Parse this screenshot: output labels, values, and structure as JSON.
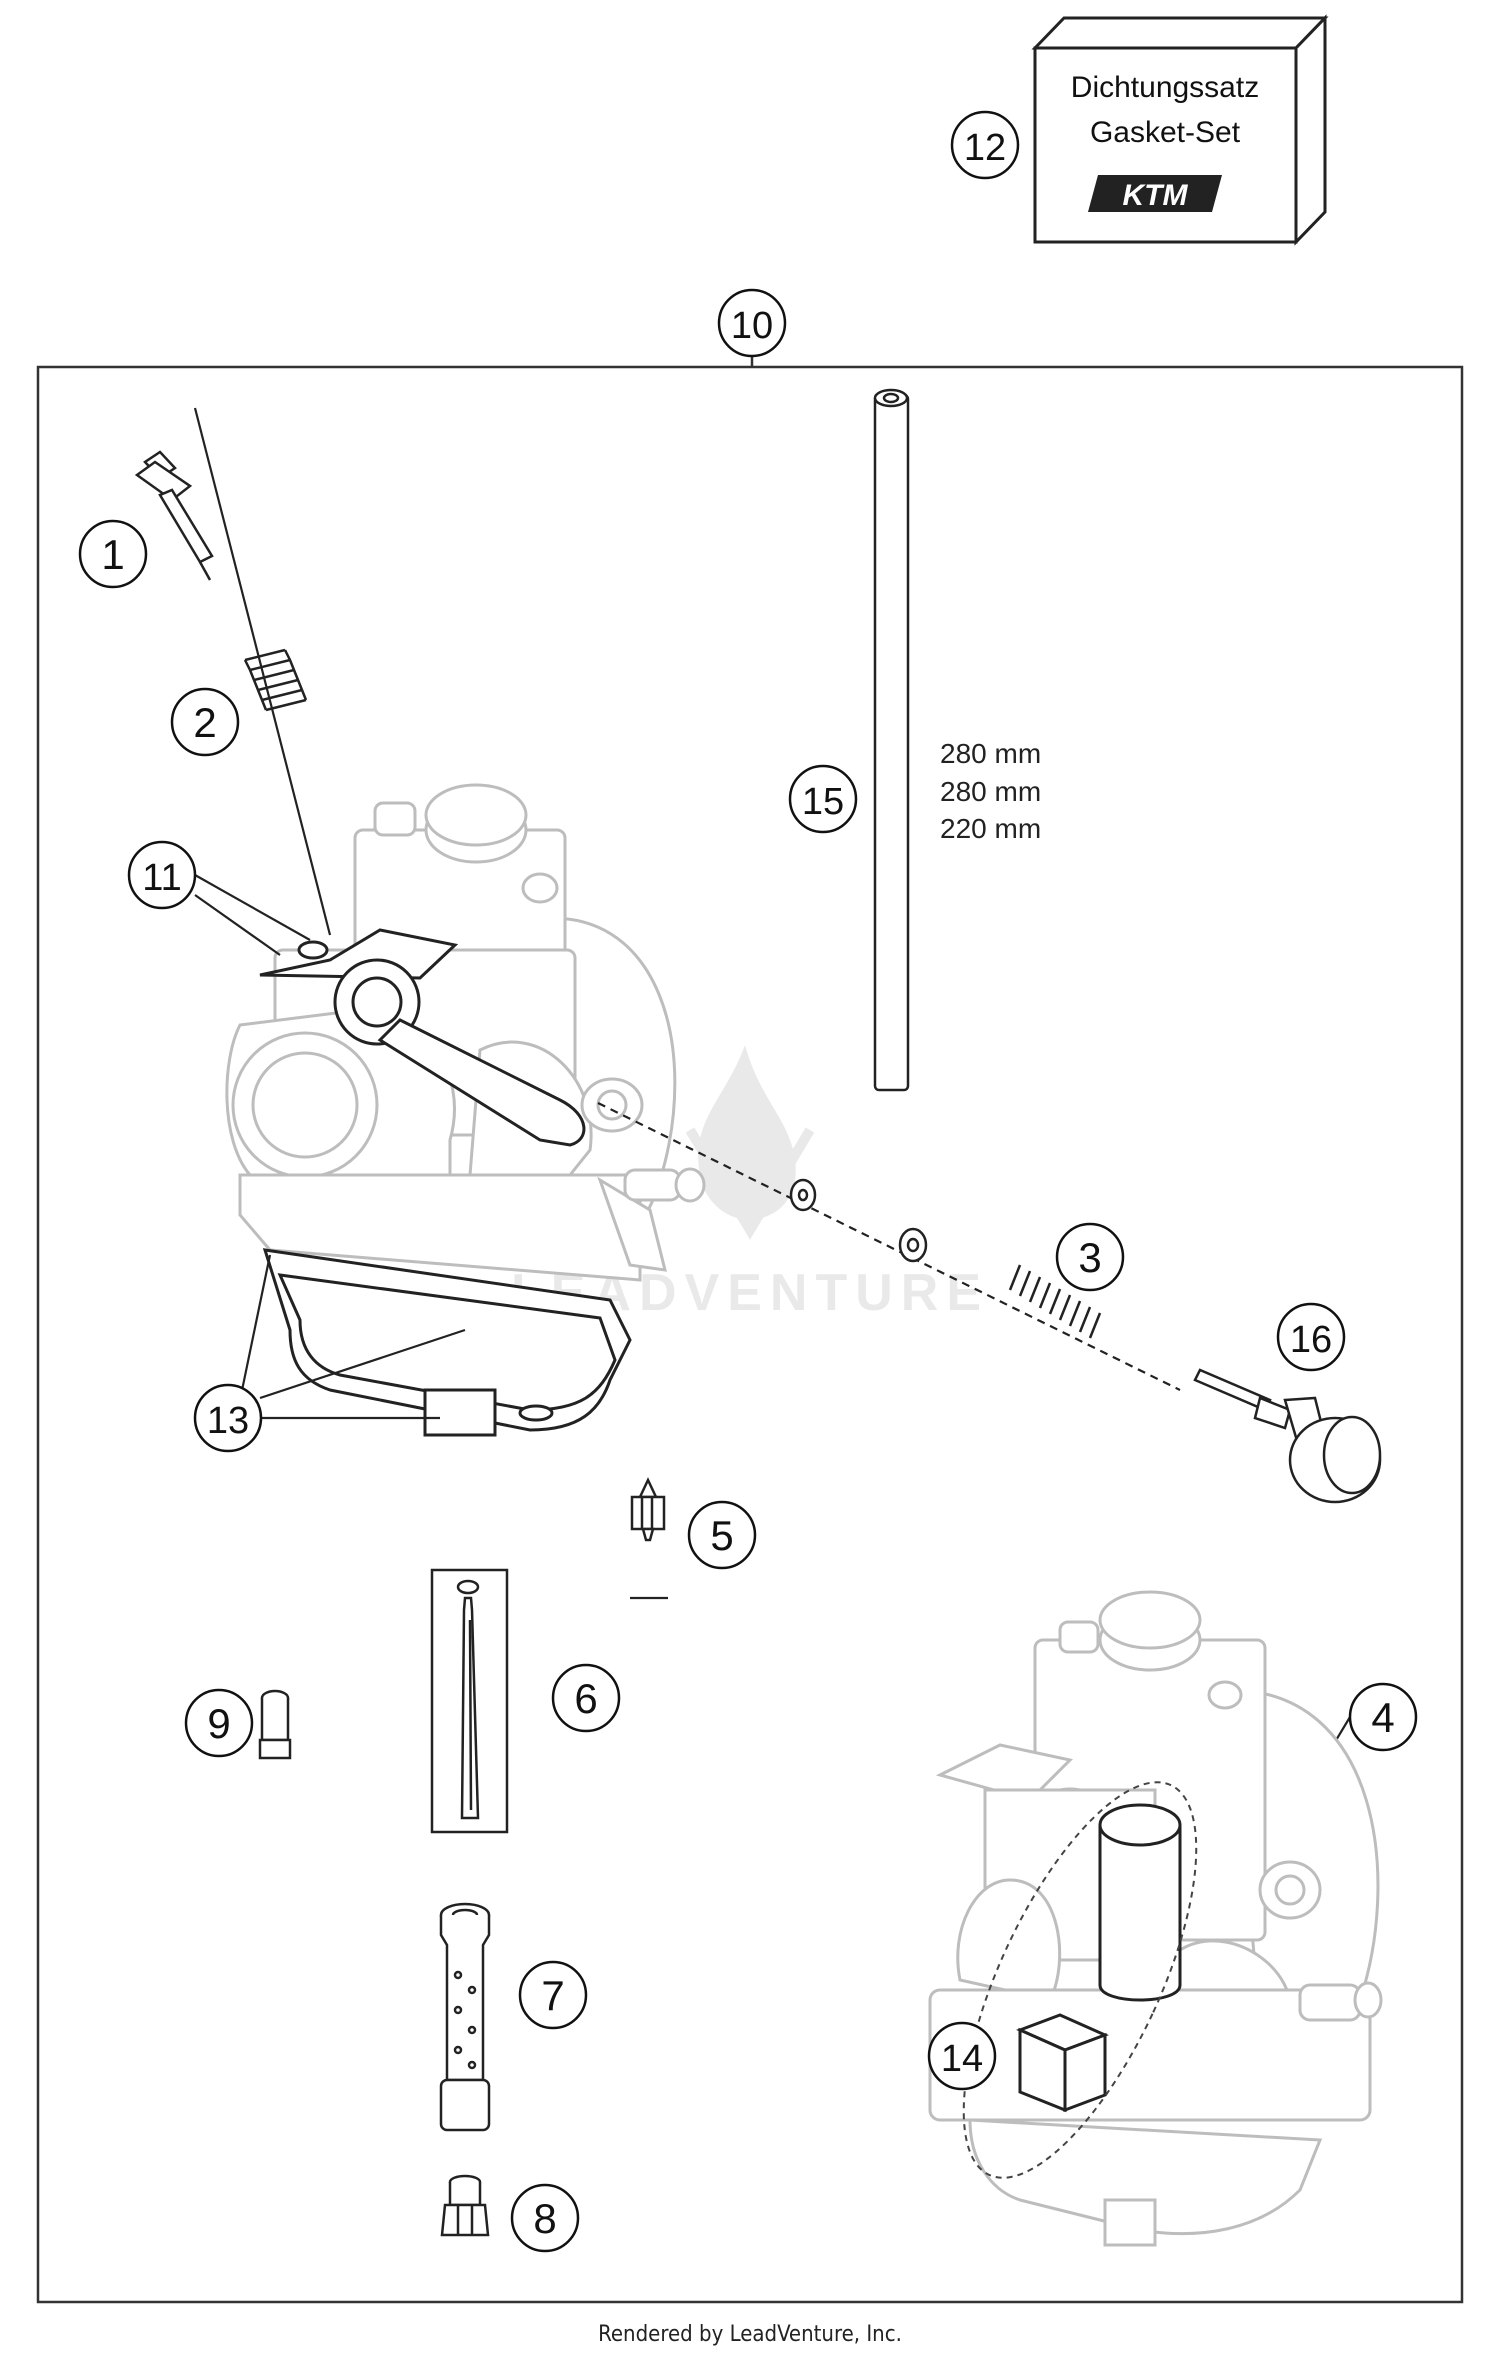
{
  "gasket_box": {
    "line1": "Dichtungssatz",
    "line2": "Gasket-Set",
    "brand": "KTM"
  },
  "callouts": [
    "1",
    "2",
    "3",
    "4",
    "5",
    "6",
    "7",
    "8",
    "9",
    "10",
    "11",
    "12",
    "13",
    "14",
    "15",
    "16"
  ],
  "tube_lengths": [
    "280 mm",
    "280 mm",
    "220 mm"
  ],
  "watermark": "LEADVENTURE",
  "footer": "Rendered by LeadVenture, Inc."
}
